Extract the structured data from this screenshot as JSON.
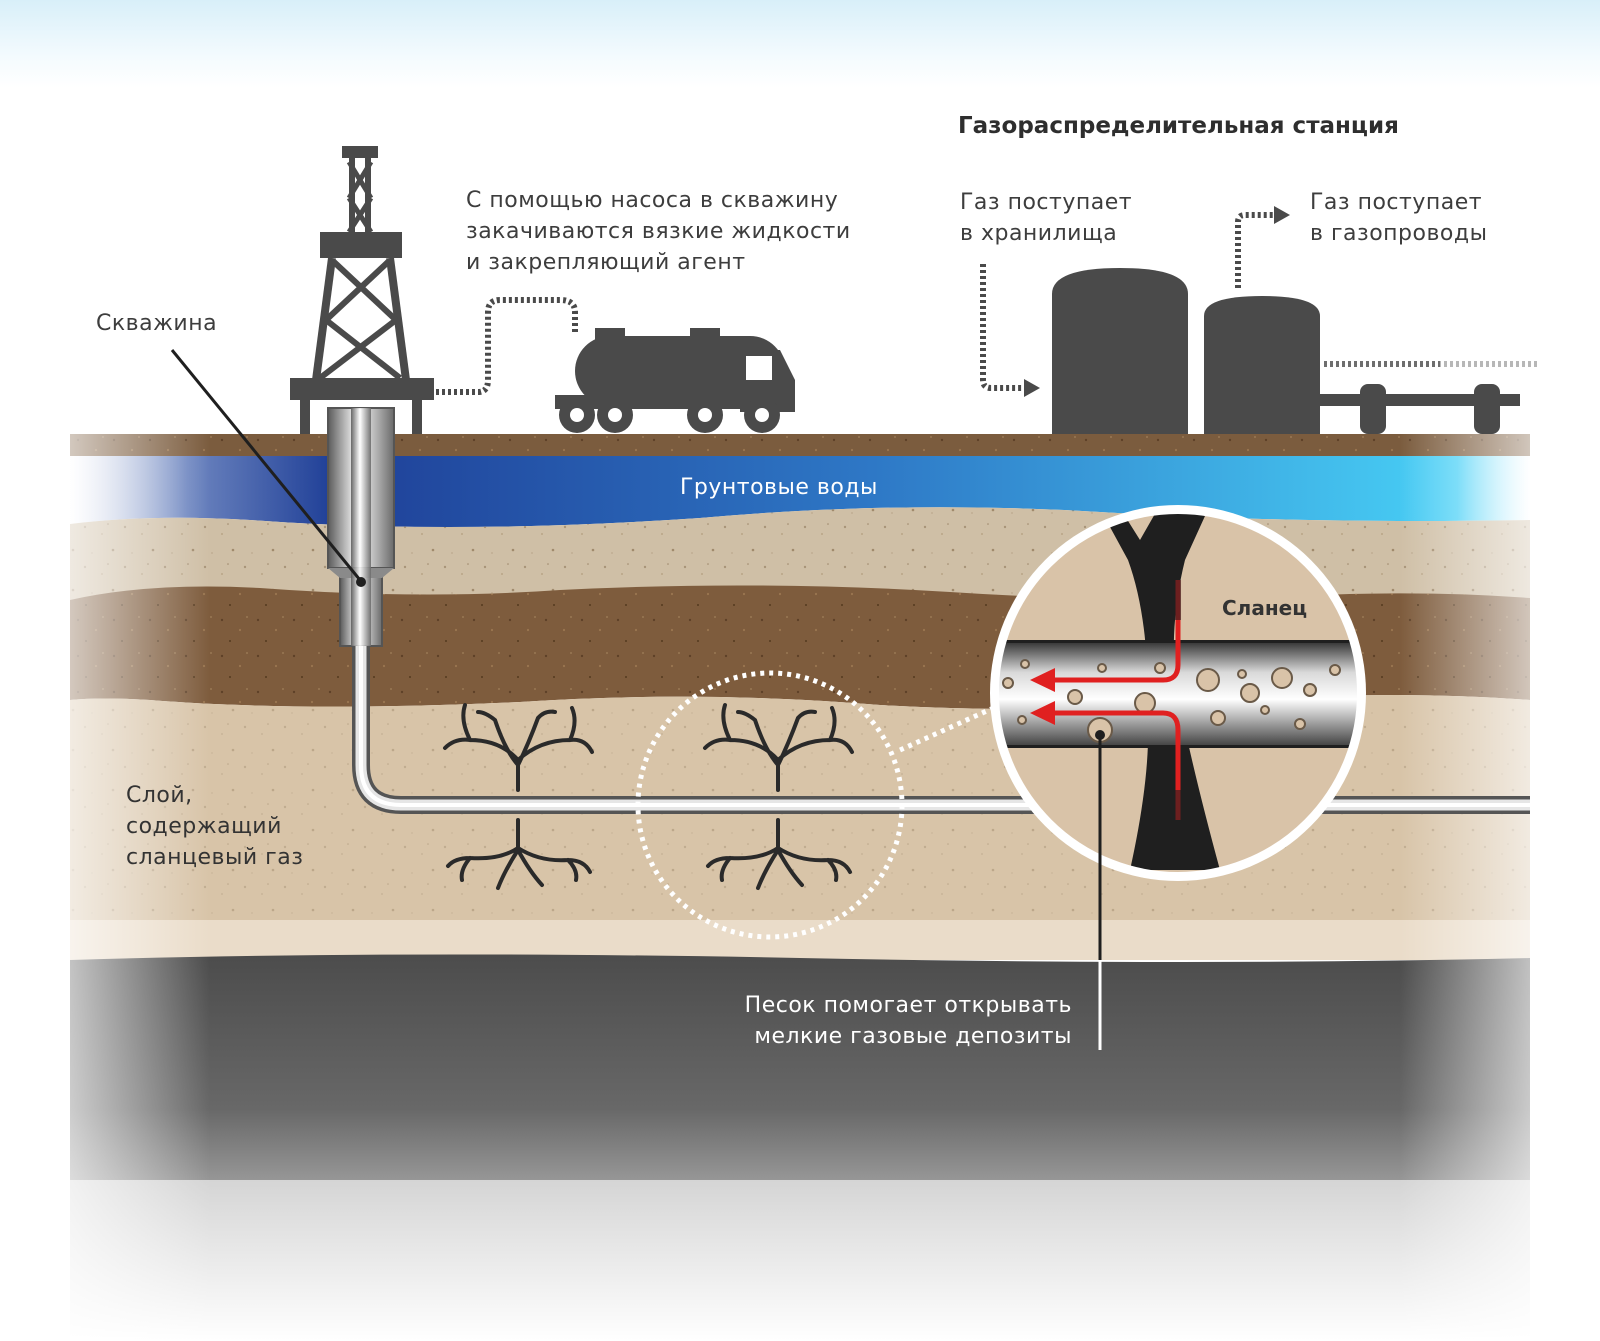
{
  "labels": {
    "station_title": "Газораспределительная станция",
    "pump_text": "С помощью насоса в скважину\nзакачиваются вязкие жидкости\nи закрепляющий агент",
    "gas_storage": "Газ поступает\nв хранилища",
    "gas_pipelines": "Газ поступает\nв газопроводы",
    "well": "Скважина",
    "groundwater": "Грунтовые воды",
    "shale": "Сланец",
    "shale_layer": "Слой,\nсодержащий\nсланцевый газ",
    "sand_note": "Песок помогает открывать\nмелкие газовые депозиты"
  },
  "icons": [
    "drilling-rig-icon",
    "tanker-truck-icon",
    "storage-tank-icon",
    "fracture-icon",
    "magnifier-icon",
    "flow-arrow-icon"
  ],
  "colors": {
    "equipment": "#4a4a4a",
    "groundwater_dark": "#2a4fa0",
    "groundwater_light": "#4cc8f0",
    "sand": "#d7c4aa",
    "brown_soil": "#7a5a3c",
    "shale_fill": "#1f1f1f",
    "gas_arrow": "#e02020",
    "bedrock": "#5a5a5a"
  }
}
